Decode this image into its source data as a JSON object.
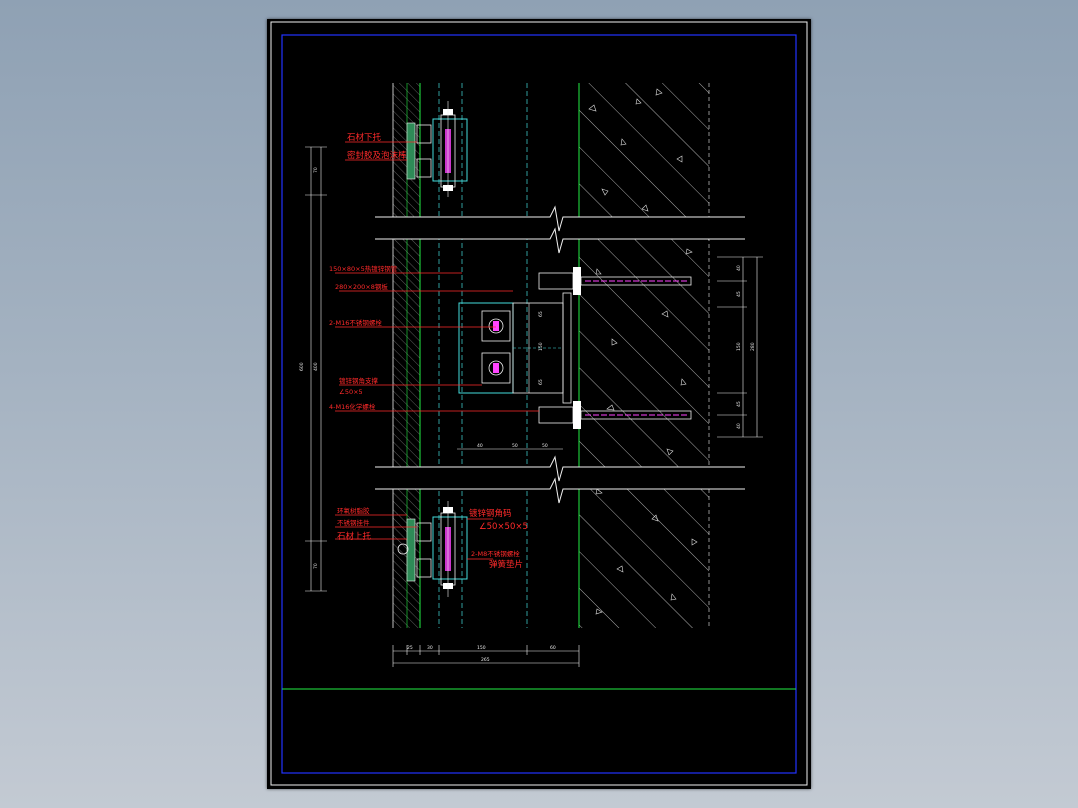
{
  "colors": {
    "background": "#98a8b8",
    "sheet": "#000000",
    "frame_blue": "#2233ff",
    "line_green": "#22ee44",
    "dash_cyan": "#44dddd",
    "label_red": "#ff2a2a",
    "drawing_white": "#f0f0f0"
  },
  "labels": {
    "stone_lower_support": "石材下托",
    "sealant_foam_rod": "密封胶及泡沫棒",
    "steel_tube_1": "150×80×5热镀锌钢管",
    "steel_plate": "280×200×8钢板",
    "ss_bolt_1": "2-M16不锈钢螺栓",
    "angle_bracket_1": "镀锌钢角支撑",
    "angle_bracket_2": "∠50×5",
    "chem_anchor": "4-M16化学螺栓",
    "epoxy_glue": "环氧树脂胶",
    "ss_hanger": "不锈钢挂件",
    "stone_upper_support": "石材上托",
    "galv_angle_1": "镀锌钢角码",
    "galv_angle_2": "∠50×50×5",
    "ss_bolt_2": "2-M8不锈钢螺栓",
    "gasket": "弹簧垫片"
  },
  "dimensions": {
    "left_outer": "600",
    "left_mid": "400",
    "left_top": "70",
    "left_bottom": "70",
    "right_total": "280",
    "right_inner": "150",
    "right_1": "40",
    "right_2": "45",
    "right_3": "45",
    "right_4": "40",
    "plate_1": "65",
    "plate_2": "150",
    "plate_3": "65",
    "mid_1": "40",
    "mid_2": "50",
    "mid_3": "50",
    "bot_1": "25",
    "bot_2": "30",
    "bot_3": "150",
    "bot_4": "60",
    "bot_total": "265"
  }
}
